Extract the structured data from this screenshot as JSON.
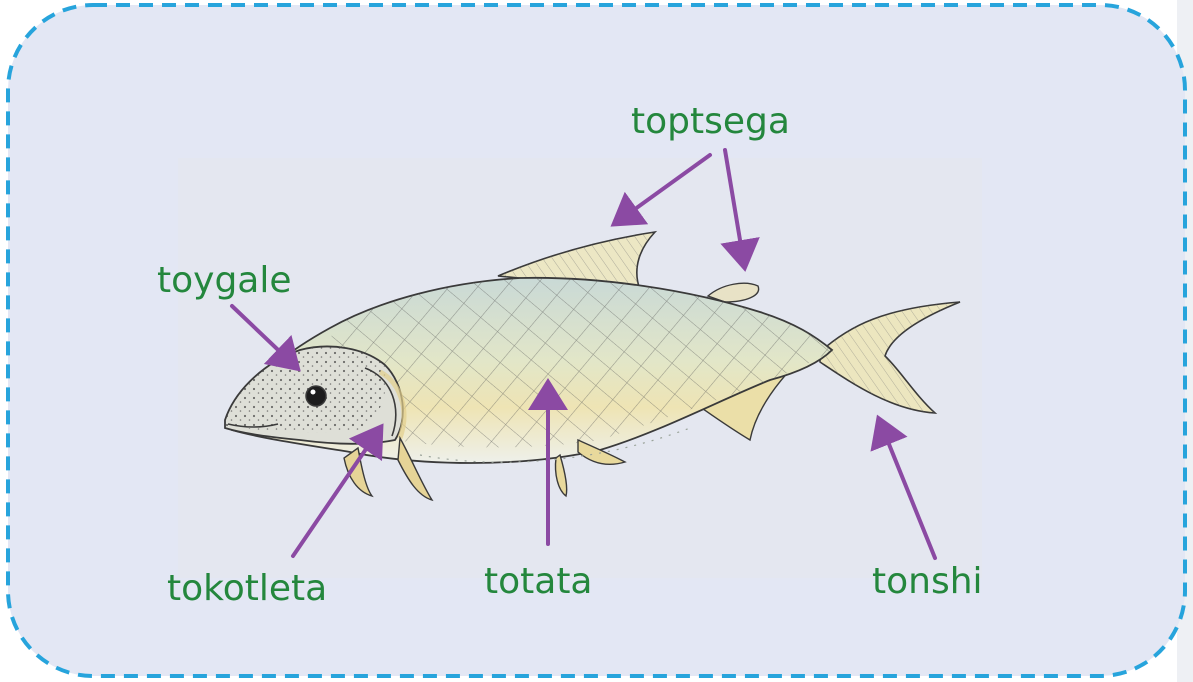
{
  "labels": {
    "dorsal": "toptsega",
    "head": "toygale",
    "gill": "tokotleta",
    "body": "totata",
    "tail": "tonshi"
  },
  "colors": {
    "panel_background": "#e3e7f4",
    "panel_border": "#27a4dc",
    "label_text": "#24873d",
    "arrow": "#8b4aa3",
    "fish_outline": "#3a3a3a",
    "fin_fill": "#e9dca0"
  }
}
